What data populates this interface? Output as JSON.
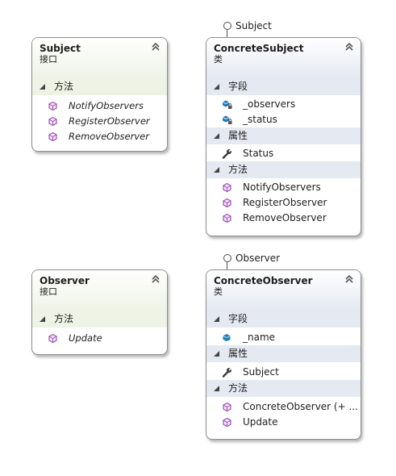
{
  "interfaces": [
    {
      "name": "Subject",
      "kind": "接口",
      "sections": [
        {
          "label": "方法",
          "items": [
            "NotifyObservers",
            "RegisterObserver",
            "RemoveObserver"
          ]
        }
      ]
    },
    {
      "name": "Observer",
      "kind": "接口",
      "sections": [
        {
          "label": "方法",
          "items": [
            "Update"
          ]
        }
      ]
    }
  ],
  "classes": [
    {
      "name": "ConcreteSubject",
      "kind": "类",
      "lollipop": "Subject",
      "sections": [
        {
          "label": "字段",
          "items": [
            "_observers",
            "_status"
          ]
        },
        {
          "label": "属性",
          "items": [
            "Status"
          ]
        },
        {
          "label": "方法",
          "items": [
            "NotifyObservers",
            "RegisterObserver",
            "RemoveObserver"
          ]
        }
      ]
    },
    {
      "name": "ConcreteObserver",
      "kind": "类",
      "lollipop": "Observer",
      "sections": [
        {
          "label": "字段",
          "items": [
            "_name"
          ]
        },
        {
          "label": "属性",
          "items": [
            "Subject"
          ]
        },
        {
          "label": "方法",
          "items": [
            "ConcreteObserver (+ ...",
            "Update"
          ]
        }
      ]
    }
  ],
  "icons": {
    "collapse": "double-chevron-up-icon",
    "section": "expanded-triangle-icon",
    "method": "method-cube-icon",
    "field_private": "private-field-icon",
    "field": "field-icon",
    "property": "wrench-property-icon"
  },
  "colors": {
    "interface_header": "#eef3e6",
    "class_header": "#e5e9f2",
    "border": "#8e8e8e",
    "method_icon": "#9b4fb5",
    "field_icon": "#1c7ab8"
  }
}
